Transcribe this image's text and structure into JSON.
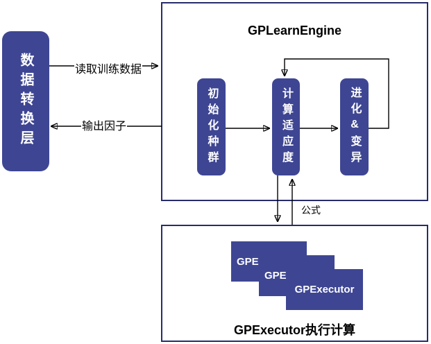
{
  "diagram": {
    "left_box": {
      "label": "数据转换层"
    },
    "engine": {
      "title": "GPLearnEngine",
      "steps": [
        {
          "label": "初始化种群"
        },
        {
          "label": "计算适应度"
        },
        {
          "label": "进化&变异"
        }
      ]
    },
    "edges": {
      "read_label": "读取训练数据",
      "output_label": "输出因子",
      "formula_label": "公式"
    },
    "executor": {
      "caption": "GPExecutor执行计算",
      "cards": [
        {
          "label": "GPE"
        },
        {
          "label": "GPE"
        },
        {
          "label": "GPExecutor"
        }
      ]
    },
    "colors": {
      "node_fill": "#3E4693",
      "frame_border": "#262C6B",
      "line": "#000000",
      "node_text": "#FFFFFF"
    }
  }
}
